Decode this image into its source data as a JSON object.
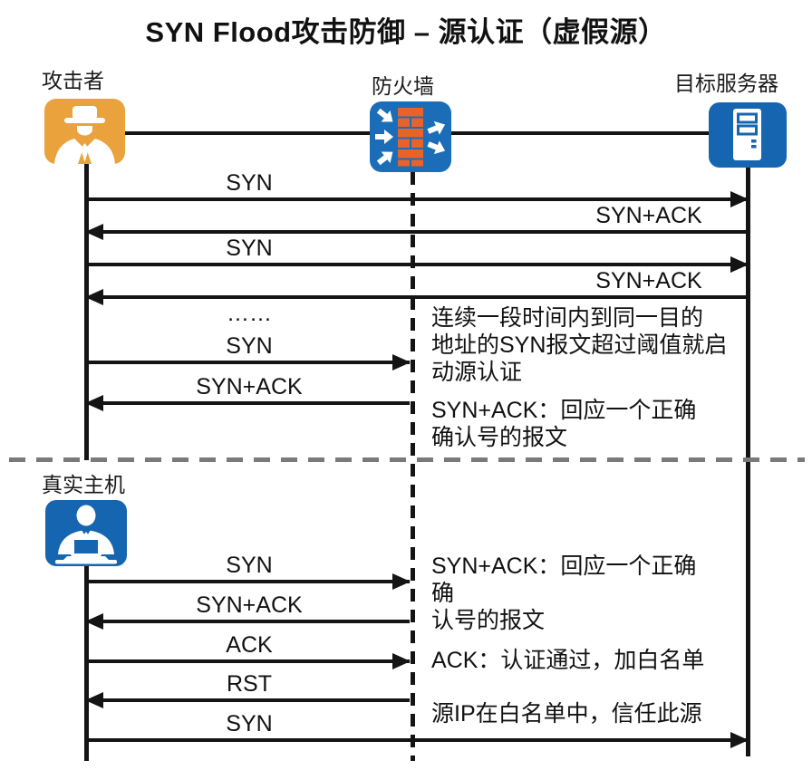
{
  "title": "SYN Flood攻击防御 – 源认证（虚假源）",
  "actors": {
    "attacker": "攻击者",
    "firewall": "防火墙",
    "server": "目标服务器",
    "real_host": "真实主机"
  },
  "messages": {
    "syn1": "SYN",
    "synack1": "SYN+ACK",
    "syn2": "SYN",
    "synack2": "SYN+ACK",
    "ellipsis": "……",
    "syn3": "SYN",
    "synack3": "SYN+ACK",
    "syn4": "SYN",
    "synack4": "SYN+ACK",
    "ack": "ACK",
    "rst": "RST",
    "syn5": "SYN"
  },
  "annotations": {
    "threshold": "连续一段时间内到同一目的\n地址的SYN报文超过阈值就启\n动源认证",
    "synack_reply_top": "SYN+ACK：回应一个正确\n确认号的报文",
    "synack_reply_bottom": "SYN+ACK：回应一个正确\n确\n认号的报文",
    "ack_pass": "ACK：认证通过，加白名单",
    "whitelist": "源IP在白名单中，信任此源"
  },
  "icons": {
    "attacker": "spy-icon",
    "firewall": "firewall-brick-icon",
    "server": "server-tower-icon",
    "real_host": "person-laptop-icon"
  },
  "colors": {
    "attacker_icon": "#e9a23c",
    "firewall_icon": "#1b6db8",
    "server_icon": "#1565b0",
    "host_icon": "#1565b0",
    "brick": "#e8622a",
    "line": "#141414",
    "divider": "#7a7a7a"
  }
}
